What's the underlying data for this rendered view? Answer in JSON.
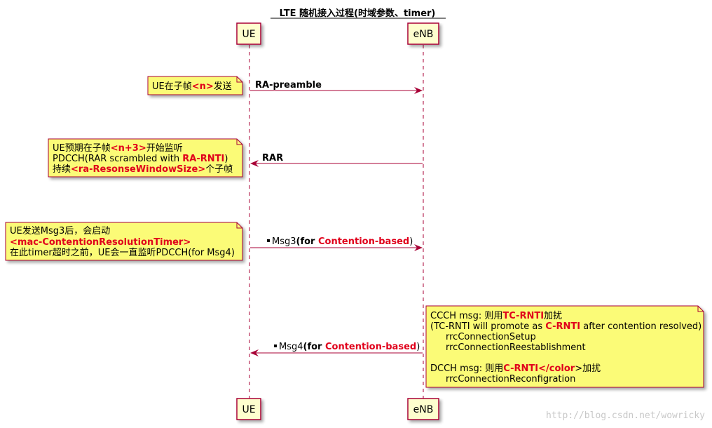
{
  "title": "LTE 随机接入过程(时域参数、timer)",
  "participants": {
    "ue": "UE",
    "enb": "eNB"
  },
  "messages": {
    "m1": {
      "label": "RA-preamble"
    },
    "m2": {
      "label": "RAR"
    },
    "m3": {
      "prefix": "Msg3",
      "open": "(for ",
      "red": "Contention-based",
      "close": ")"
    },
    "m4": {
      "prefix": "Msg4",
      "open": "(for ",
      "red": "Contention-based",
      "close": ")"
    }
  },
  "notes": {
    "n1": {
      "a": "UE在子帧",
      "red": "<n>",
      "b": "发送"
    },
    "n2": {
      "l1a": "UE预期在子帧",
      "l1red": "<n+3>",
      "l1b": "开始监听",
      "l2a": "PDCCH(RAR scrambled with ",
      "l2red": "RA-RNTI",
      "l2b": ")",
      "l3a": "持续",
      "l3red": "<ra-ResonseWindowSize>",
      "l3b": "个子帧"
    },
    "n3": {
      "l1": "UE发送Msg3后，会启动",
      "l2red": "<mac-ContentionResolutionTimer>",
      "l3": "在此timer超时之前，UE会一直监听PDCCH(for Msg4)"
    },
    "n4": {
      "l1a": "CCCH msg: 则用",
      "l1red": "TC-RNTI",
      "l1b": "加扰",
      "l2a": "(TC-RNTI will promote as ",
      "l2red": "C-RNTI",
      "l2b": " after contention resolved)",
      "l3": "rrcConnectionSetup",
      "l4": "rrcConnectionReestablishment",
      "l5a": "DCCH msg: 则用",
      "l5red": "C-RNTI</color",
      "l5b": ">加扰",
      "l6": "rrcConnectionReconfigration"
    }
  },
  "watermark": "http://blog.csdn.net/wowricky",
  "colors": {
    "arrow": "#a80036",
    "note_fill": "#fbfb77",
    "note_border": "#a80036",
    "box_fill": "#fefece",
    "highlight": "#e0001b"
  }
}
